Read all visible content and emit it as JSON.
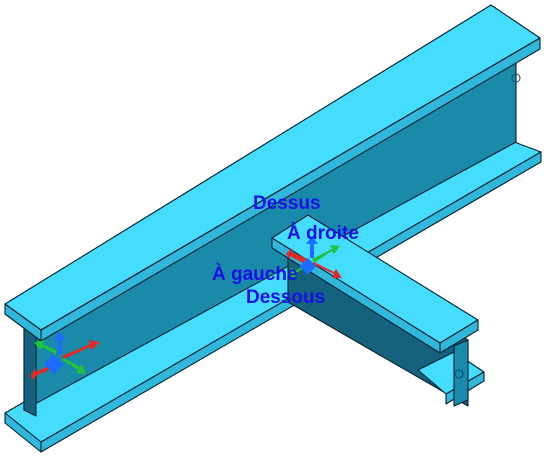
{
  "viewport": {
    "labels": {
      "top": "Dessus",
      "right": "À droite",
      "left": "À gauche",
      "bottom": "Dessous"
    }
  },
  "colors": {
    "flange": "#44dcff",
    "web": "#1a8aaa",
    "outline": "#06222e",
    "label": "#1a10e8",
    "axis_x": "#e02b2b",
    "axis_y": "#1fc43a",
    "axis_z": "#1e6cff"
  },
  "icons": [
    "triad-gizmo-icon",
    "snap-point-icon"
  ]
}
